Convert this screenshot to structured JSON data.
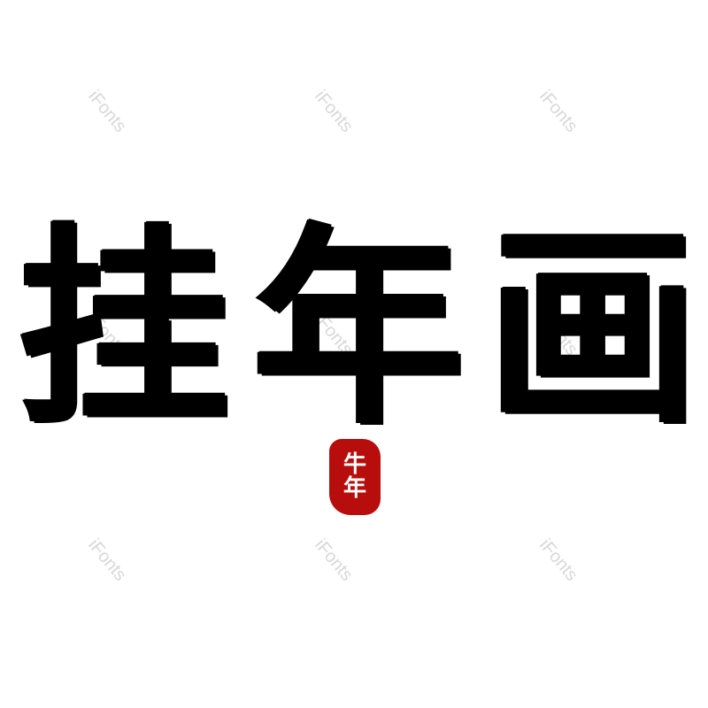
{
  "artwork": {
    "title_characters": [
      "挂",
      "年",
      "画"
    ],
    "title_color": "#000000",
    "background_color": "#ffffff"
  },
  "seal": {
    "characters": [
      "牛",
      "年"
    ],
    "color": "#b80d0d",
    "text_color": "#ffffff"
  },
  "watermark": {
    "text": "iFonts",
    "color": "#d8d8d8"
  }
}
